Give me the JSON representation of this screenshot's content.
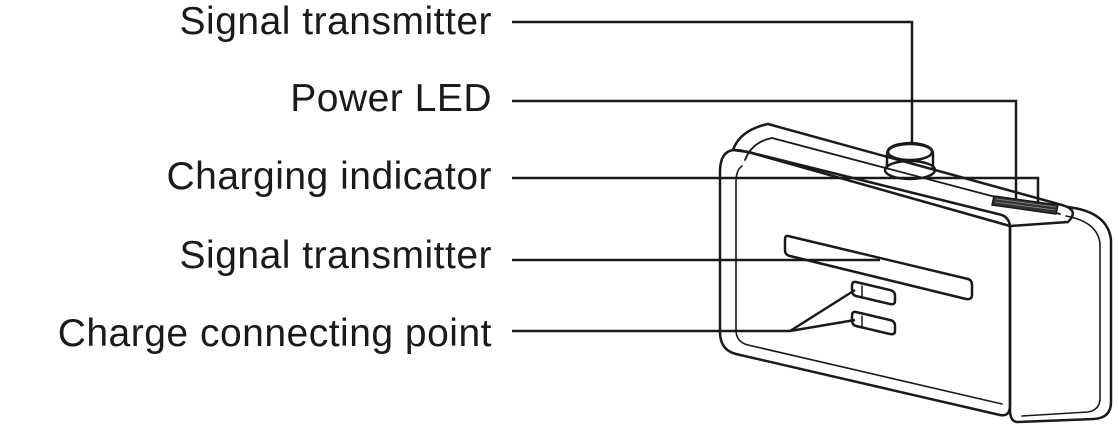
{
  "callouts": [
    {
      "label": "Signal transmitter"
    },
    {
      "label": "Power LED"
    },
    {
      "label": "Charging indicator"
    },
    {
      "label": "Signal transmitter"
    },
    {
      "label": "Charge connecting point"
    }
  ],
  "colors": {
    "ink": "#1a1a1a",
    "background": "#ffffff",
    "led_grille": "#333333"
  }
}
